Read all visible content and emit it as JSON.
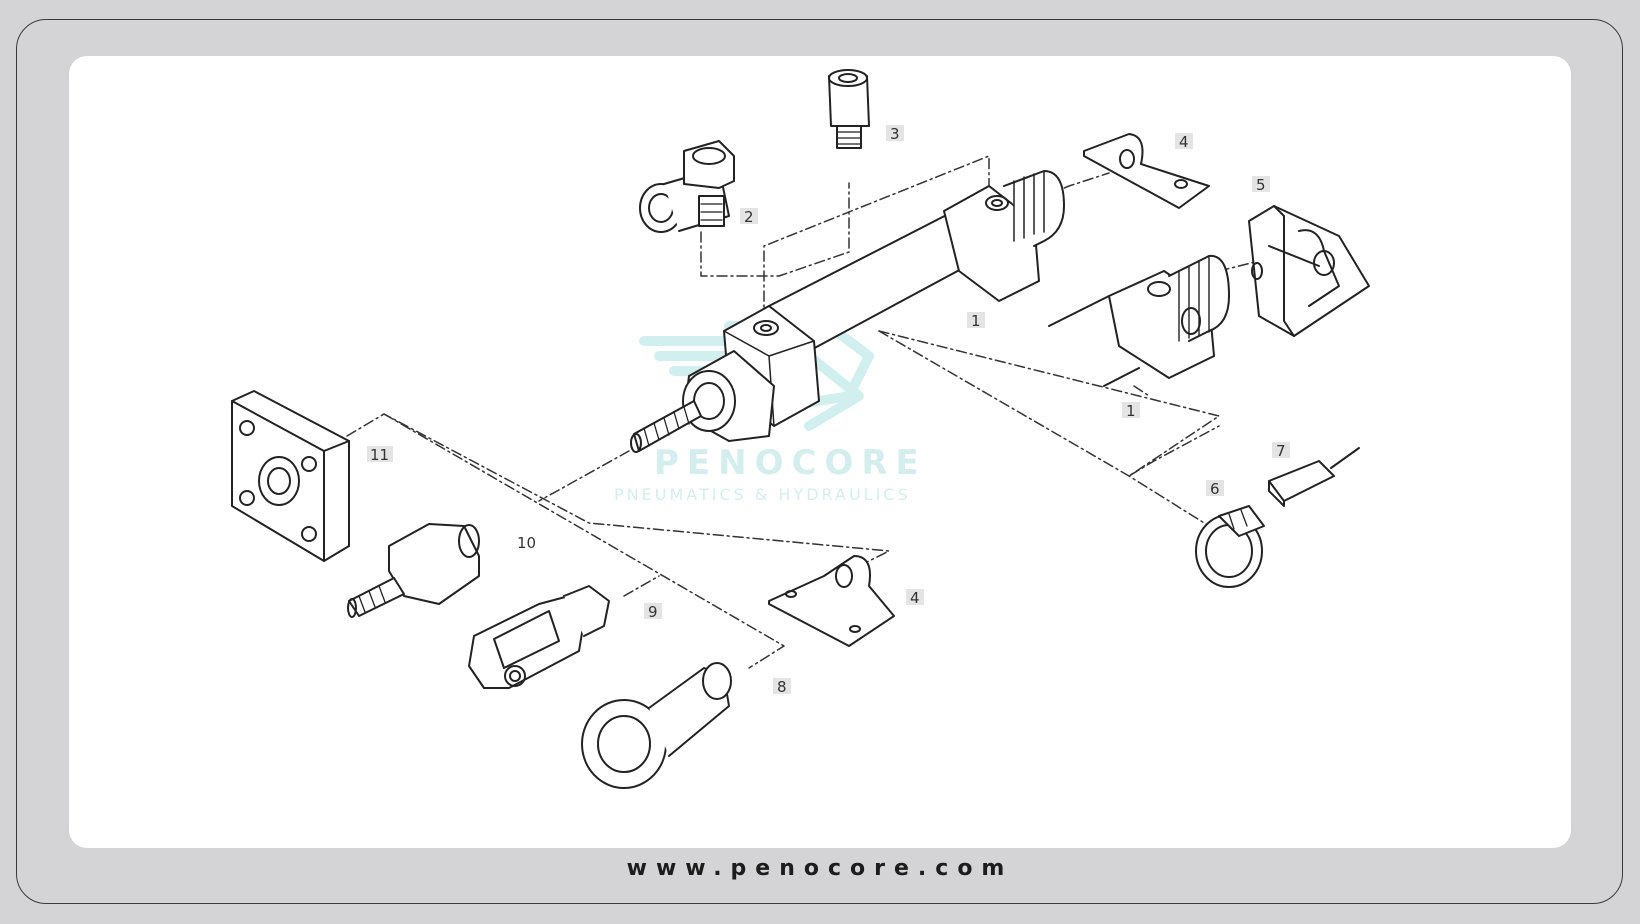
{
  "diagram": {
    "part_labels": [
      "1",
      "1",
      "2",
      "3",
      "4",
      "4",
      "5",
      "6",
      "7",
      "8",
      "9",
      "10",
      "11"
    ]
  },
  "watermark": {
    "brand": "PENOCORE",
    "tagline": "PNEUMATICS & HYDRAULICS"
  },
  "footer": {
    "url": "www.penocore.com"
  }
}
